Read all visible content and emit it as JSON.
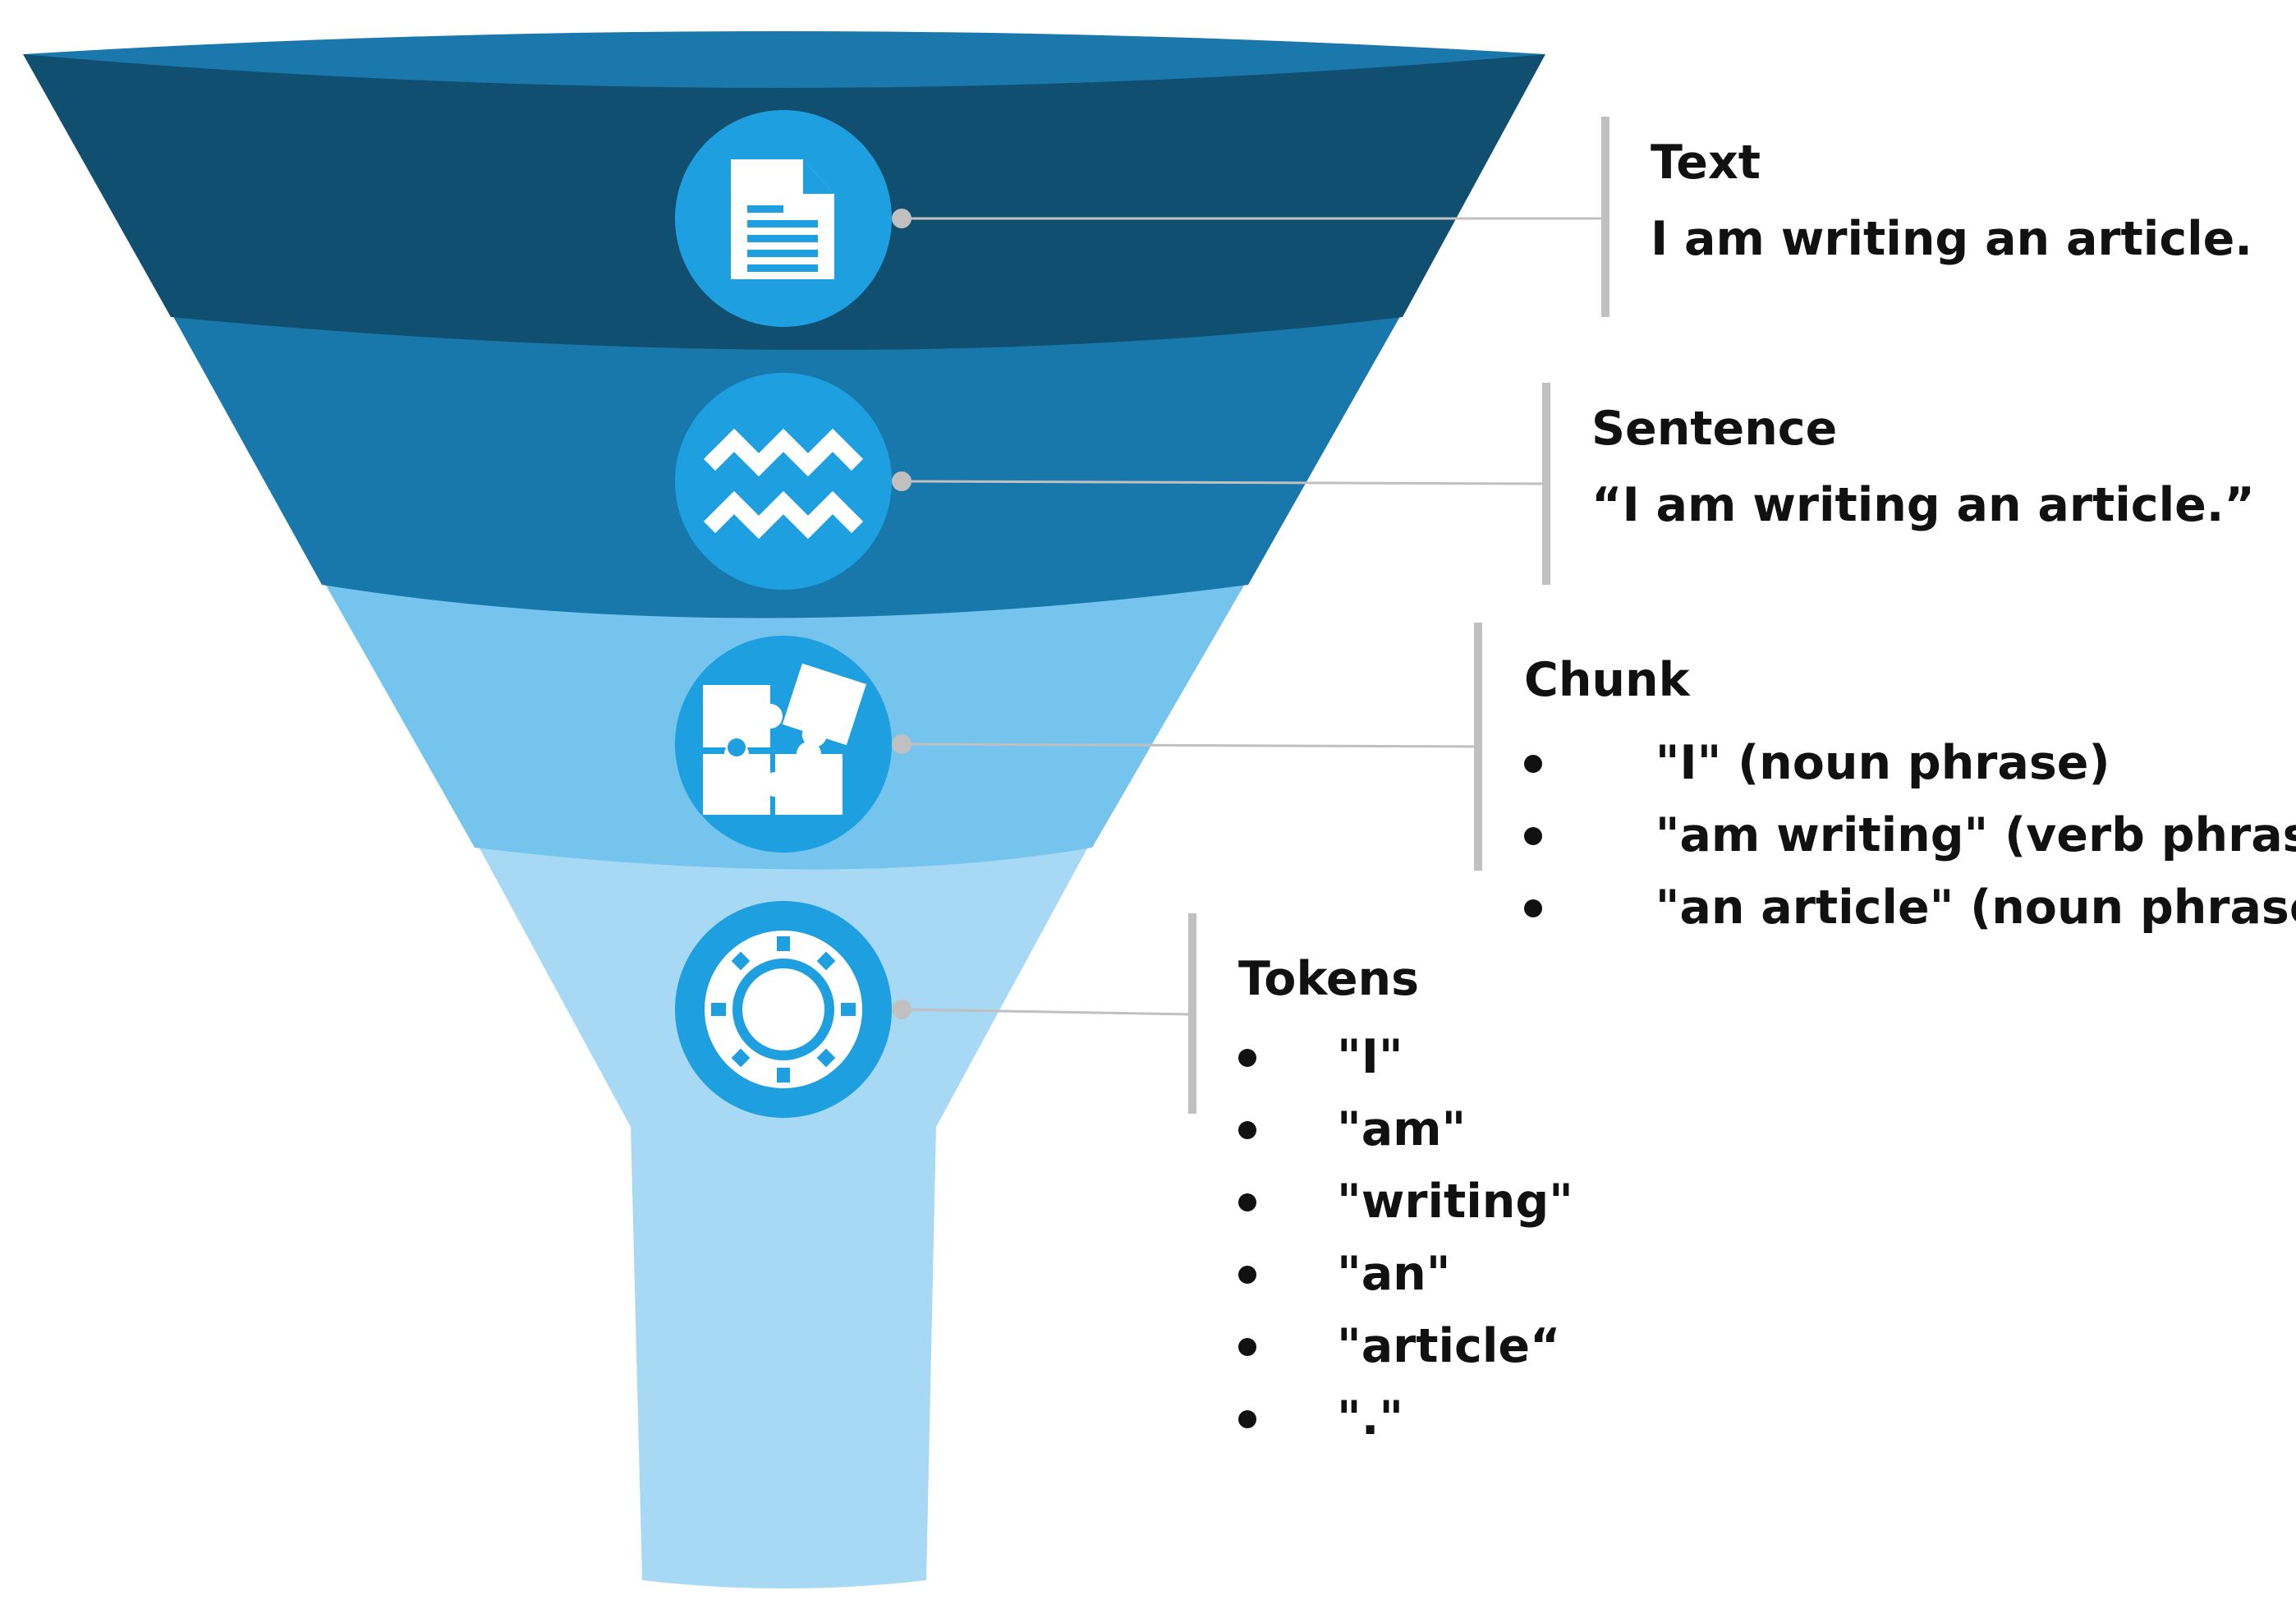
{
  "colors": {
    "rim": "#1a78ad",
    "level_1": "#114f70",
    "level_2": "#1978ab",
    "level_3": "#74c4ee",
    "level_4": "#a7d9f5",
    "spout": "#a7d9f5",
    "icon_circle": "#1e9fe0",
    "icon_glyph": "#ffffff",
    "connector": "#c0c0c0"
  },
  "levels": [
    {
      "id": "text",
      "icon": "document-icon",
      "title": "Text",
      "line": "I am writing an article."
    },
    {
      "id": "sentence",
      "icon": "waves-icon",
      "title": "Sentence",
      "line": "“I am writing an article.”"
    },
    {
      "id": "chunk",
      "icon": "puzzle-icon",
      "title": "Chunk",
      "items": [
        "  \"I\" (noun phrase)",
        "  \"am writing\" (verb phrase)",
        "  \"an article\" (noun phrase)"
      ]
    },
    {
      "id": "tokens",
      "icon": "token-icon",
      "title": "Tokens",
      "items": [
        "\"I\"",
        "\"am\"",
        "\"writing\"",
        "\"an\"",
        "\"article“",
        "\".\""
      ]
    }
  ]
}
